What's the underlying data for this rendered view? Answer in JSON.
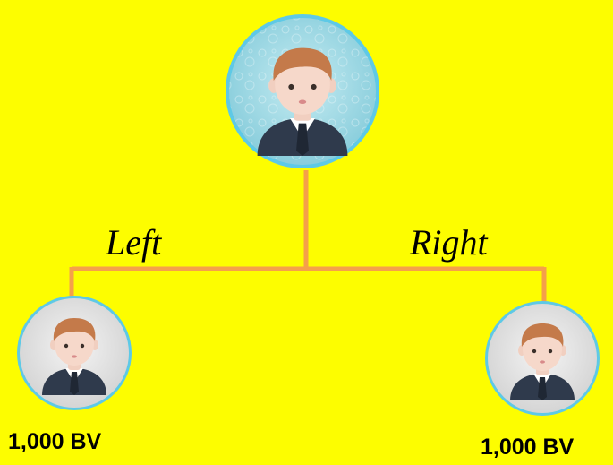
{
  "diagram": {
    "left_label": "Left",
    "right_label": "Right",
    "left_bv": "1,000 BV",
    "right_bv": "1,000 BV",
    "colors": {
      "background": "#fdfd00",
      "connector": "#f5a04a",
      "avatar_ring": "#5ec9e6",
      "root_fill": "#9ad7e3",
      "child_fill": "#e4e4e4"
    },
    "nodes": [
      {
        "role": "root",
        "icon": "person-avatar-icon"
      },
      {
        "role": "left-child",
        "icon": "person-avatar-icon"
      },
      {
        "role": "right-child",
        "icon": "person-avatar-icon"
      }
    ]
  }
}
